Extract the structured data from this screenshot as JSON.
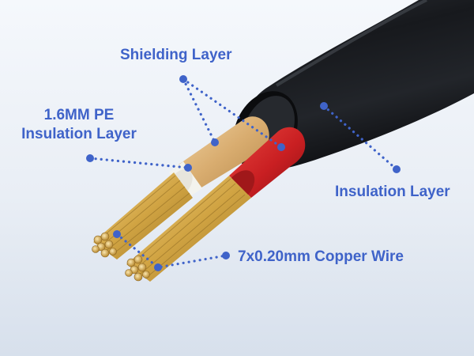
{
  "colors": {
    "label_text": "#3f63c9",
    "leader_dot": "#3f63c9",
    "background_top": "#f4f7fb",
    "background_bottom": "#dbe3ee",
    "outer_jacket": "#1b1d21",
    "shielding_layer": "#ddb57e",
    "pe_insulation": "#f3f3ee",
    "red_core_insulation": "#cf2124",
    "copper_strand": "#d0a545"
  },
  "labels": {
    "shielding_layer": "Shielding Layer",
    "pe_insulation_line1": "1.6MM PE",
    "pe_insulation_line2": "Insulation Layer",
    "insulation_layer": "Insulation Layer",
    "copper_wire": "7x0.20mm Copper Wire"
  }
}
